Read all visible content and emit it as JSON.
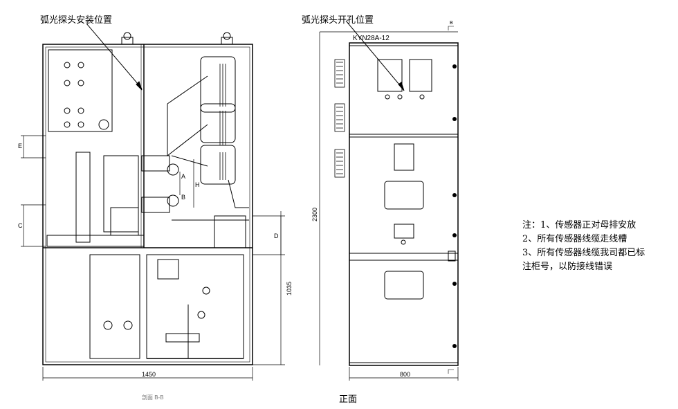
{
  "labels": {
    "install_position": "弧光探头安装位置",
    "hole_position": "弧光探头开孔位置",
    "section_view": "剖面 B-B",
    "front_view": "正面",
    "model": "KYN28A-12"
  },
  "dimensions": {
    "width_side": "1450",
    "width_front": "800",
    "height_total": "2300",
    "height_lower": "1035",
    "dim_E": "E",
    "dim_A": "A",
    "dim_H": "H",
    "dim_B": "B",
    "dim_C": "C",
    "dim_D": "D",
    "section_mark": "B"
  },
  "notes": [
    "注：1、传感器正对母排安放",
    "2、所有传感器线缆走线槽",
    "3、所有传感器线缆我司都已标",
    "注柜号，以防接线错误"
  ]
}
